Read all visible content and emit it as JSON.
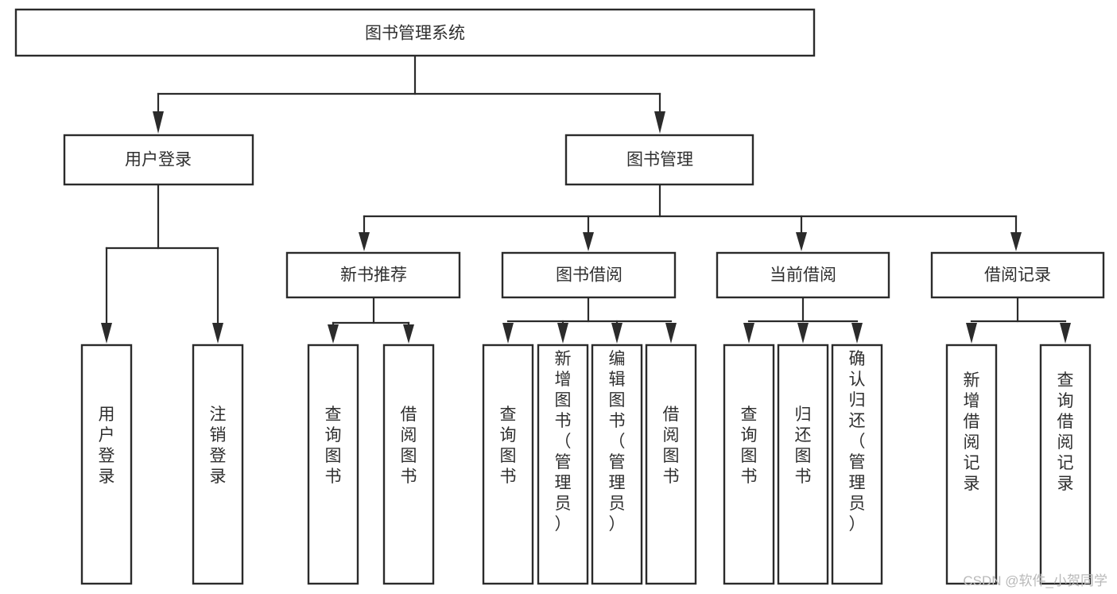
{
  "diagram": {
    "title": "图书管理系统",
    "type": "hierarchy-tree",
    "orientation": "top-down",
    "colors": {
      "box_fill": "#ffffff",
      "box_stroke": "#2b2b2b",
      "line": "#2b2b2b",
      "text": "#2f2f2f",
      "watermark": "#b9b9b9",
      "background": "#ffffff"
    },
    "root": {
      "label": "图书管理系统"
    },
    "level1": [
      {
        "label": "用户登录"
      },
      {
        "label": "图书管理"
      }
    ],
    "level2": [
      {
        "label": "新书推荐"
      },
      {
        "label": "图书借阅"
      },
      {
        "label": "当前借阅"
      },
      {
        "label": "借阅记录"
      }
    ],
    "leaves": {
      "user_login": [
        {
          "label": "用户登录"
        },
        {
          "label": "注销登录"
        }
      ],
      "new_book_recommend": [
        {
          "label": "查询图书"
        },
        {
          "label": "借阅图书"
        }
      ],
      "book_borrow": [
        {
          "label": "查询图书"
        },
        {
          "label": "新增图书（管理员）"
        },
        {
          "label": "编辑图书（管理员）"
        },
        {
          "label": "借阅图书"
        }
      ],
      "current_borrow": [
        {
          "label": "查询图书"
        },
        {
          "label": "归还图书"
        },
        {
          "label": "确认归还（管理员）"
        }
      ],
      "borrow_record": [
        {
          "label": "新增借阅记录"
        },
        {
          "label": "查询借阅记录"
        }
      ]
    }
  },
  "watermark": {
    "text": "CSDN @软件_小贺同学"
  }
}
